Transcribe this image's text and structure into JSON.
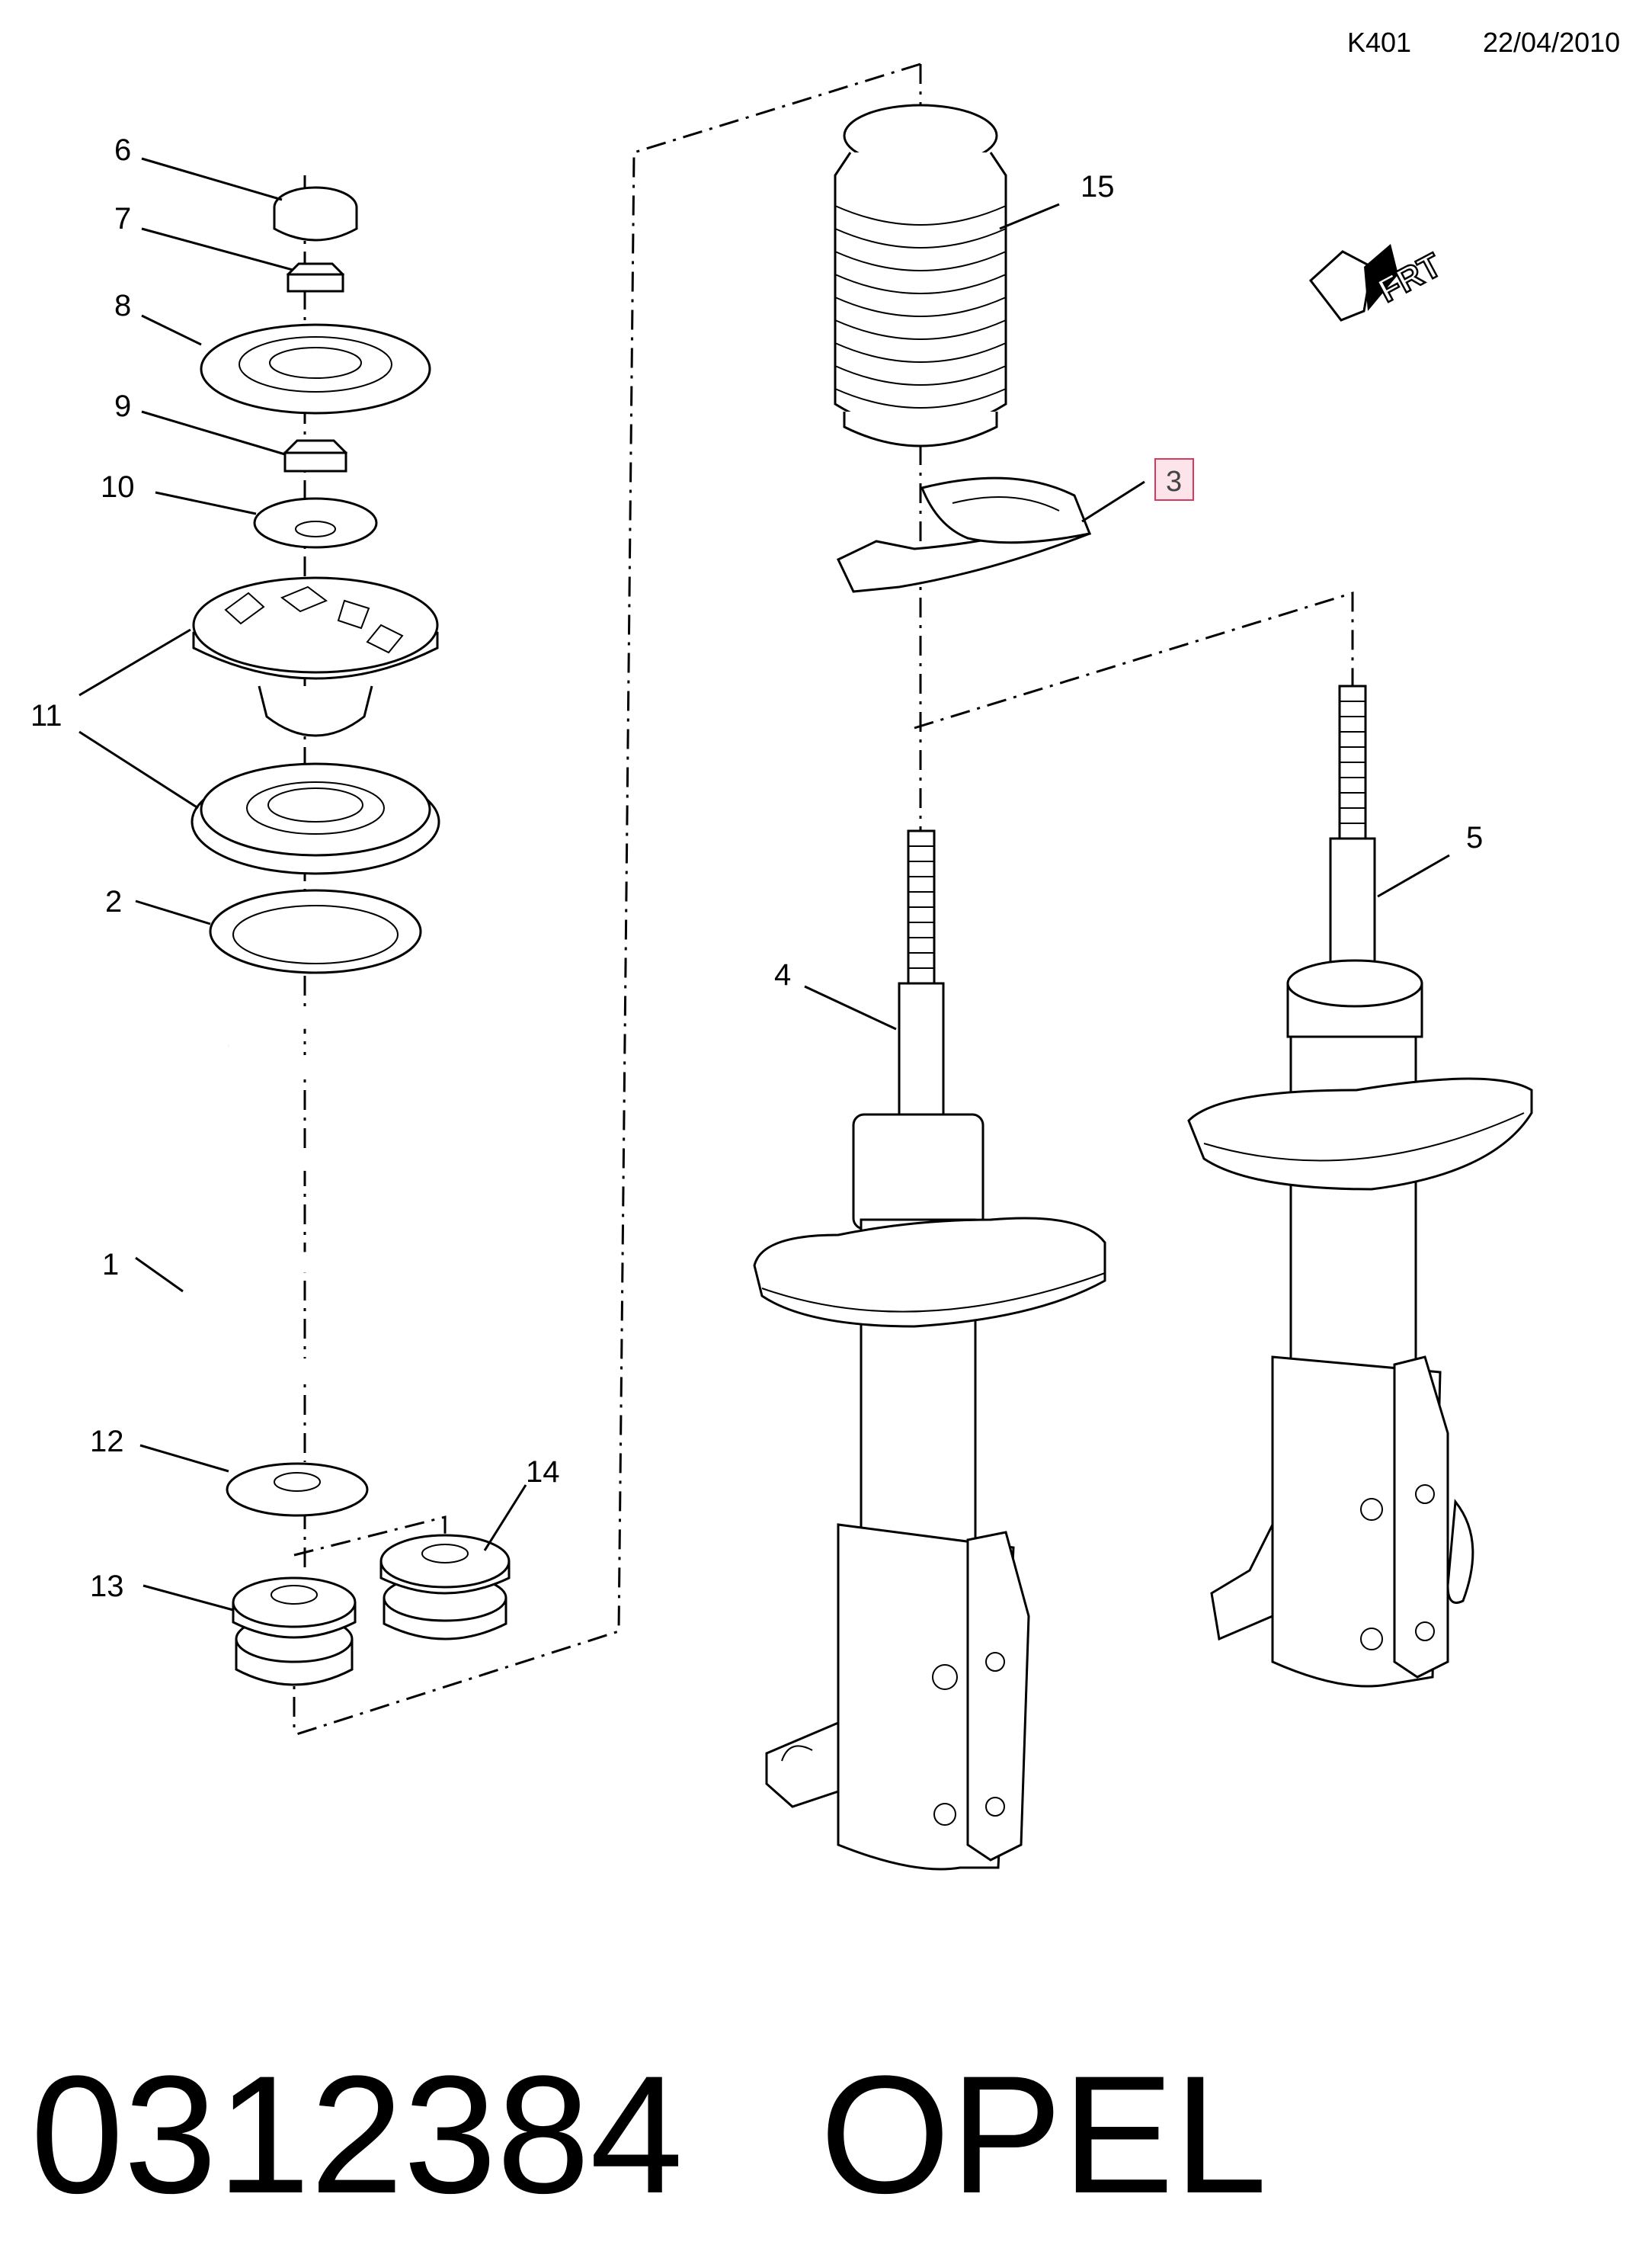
{
  "header": {
    "code": "K401",
    "date": "22/04/2010"
  },
  "callouts": {
    "c1": "1",
    "c2": "2",
    "c3": "3",
    "c4": "4",
    "c5": "5",
    "c6": "6",
    "c7": "7",
    "c8": "8",
    "c9": "9",
    "c10": "10",
    "c11": "11",
    "c12": "12",
    "c13": "13",
    "c14": "14",
    "c15": "15"
  },
  "orientation": {
    "label": "FRT"
  },
  "footer": {
    "part_number": "0312384",
    "brand": "OPEL"
  },
  "highlight_color": "#d63a5f"
}
